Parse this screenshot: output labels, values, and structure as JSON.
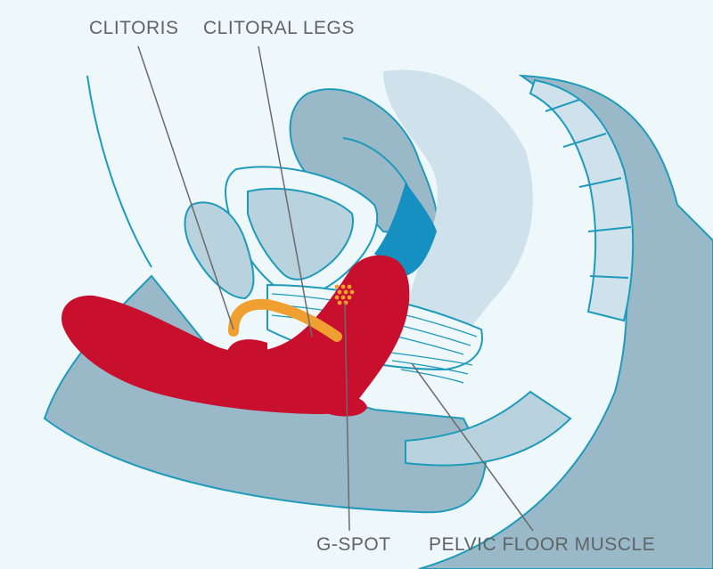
{
  "labels": {
    "clitoris": "CLITORIS",
    "clitoral_legs": "CLITORAL LEGS",
    "g_spot": "G-SPOT",
    "pelvic_floor_muscle": "PELVIC FLOOR MUSCLE"
  },
  "colors": {
    "background": "#eef7fa",
    "tissue_dark": "#9ab9c8",
    "tissue_mid": "#b8d2de",
    "tissue_light": "#cfe1ea",
    "outline": "#1e9bbb",
    "clitoris_red": "#c8102e",
    "clitoral_legs_orange": "#f0a030",
    "muscle_blue": "#1590c0",
    "leader_line": "#6a6a6a",
    "label_text": "#5f6466"
  }
}
